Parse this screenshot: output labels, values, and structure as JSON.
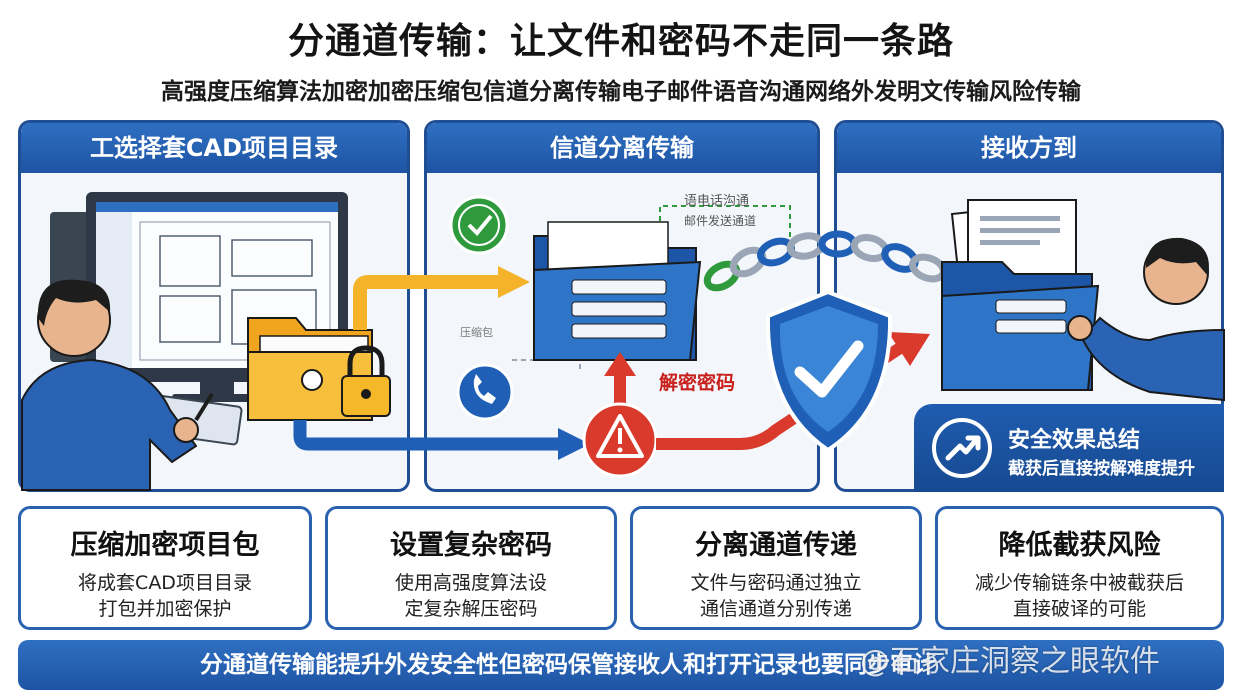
{
  "title": "分通道传输：让文件和密码不走同一条路",
  "subtitle": "高强度压缩算法加密加密压缩包信道分离传输电子邮件语音沟通网络外发明文传输风险传输",
  "panels": [
    {
      "title": "工选择套CAD项目目录"
    },
    {
      "title": "信道分离传输"
    },
    {
      "title": "接收方到"
    }
  ],
  "panel2_labels": {
    "voice": "语电话沟通",
    "mail": "邮件发送通道",
    "decrypt": "解密密码",
    "faint": "压缩包"
  },
  "summary": {
    "title": "安全效果总结",
    "desc": "截获后直接按解难度提升"
  },
  "cards": [
    {
      "title": "压缩加密项目包",
      "line1": "将成套CAD项目目录",
      "line2": "打包并加密保护"
    },
    {
      "title": "设置复杂密码",
      "line1": "使用高强度算法设",
      "line2": "定复杂解压密码"
    },
    {
      "title": "分离通道传递",
      "line1": "文件与密码通过独立",
      "line2": "通信通道分别传递"
    },
    {
      "title": "降低截获风险",
      "line1": "减少传输链条中被截获后",
      "line2": "直接破译的可能"
    }
  ],
  "footer": "分通道传输能提升外发安全性但密码保管接收人和打开记录也要同步审计",
  "watermark": "@石家庄洞察之眼软件",
  "colors": {
    "brand_blue": "#1f4e95",
    "accent_yellow": "#f5b32a",
    "alert_red": "#d93a2b",
    "ok_green": "#2f9a3c"
  }
}
